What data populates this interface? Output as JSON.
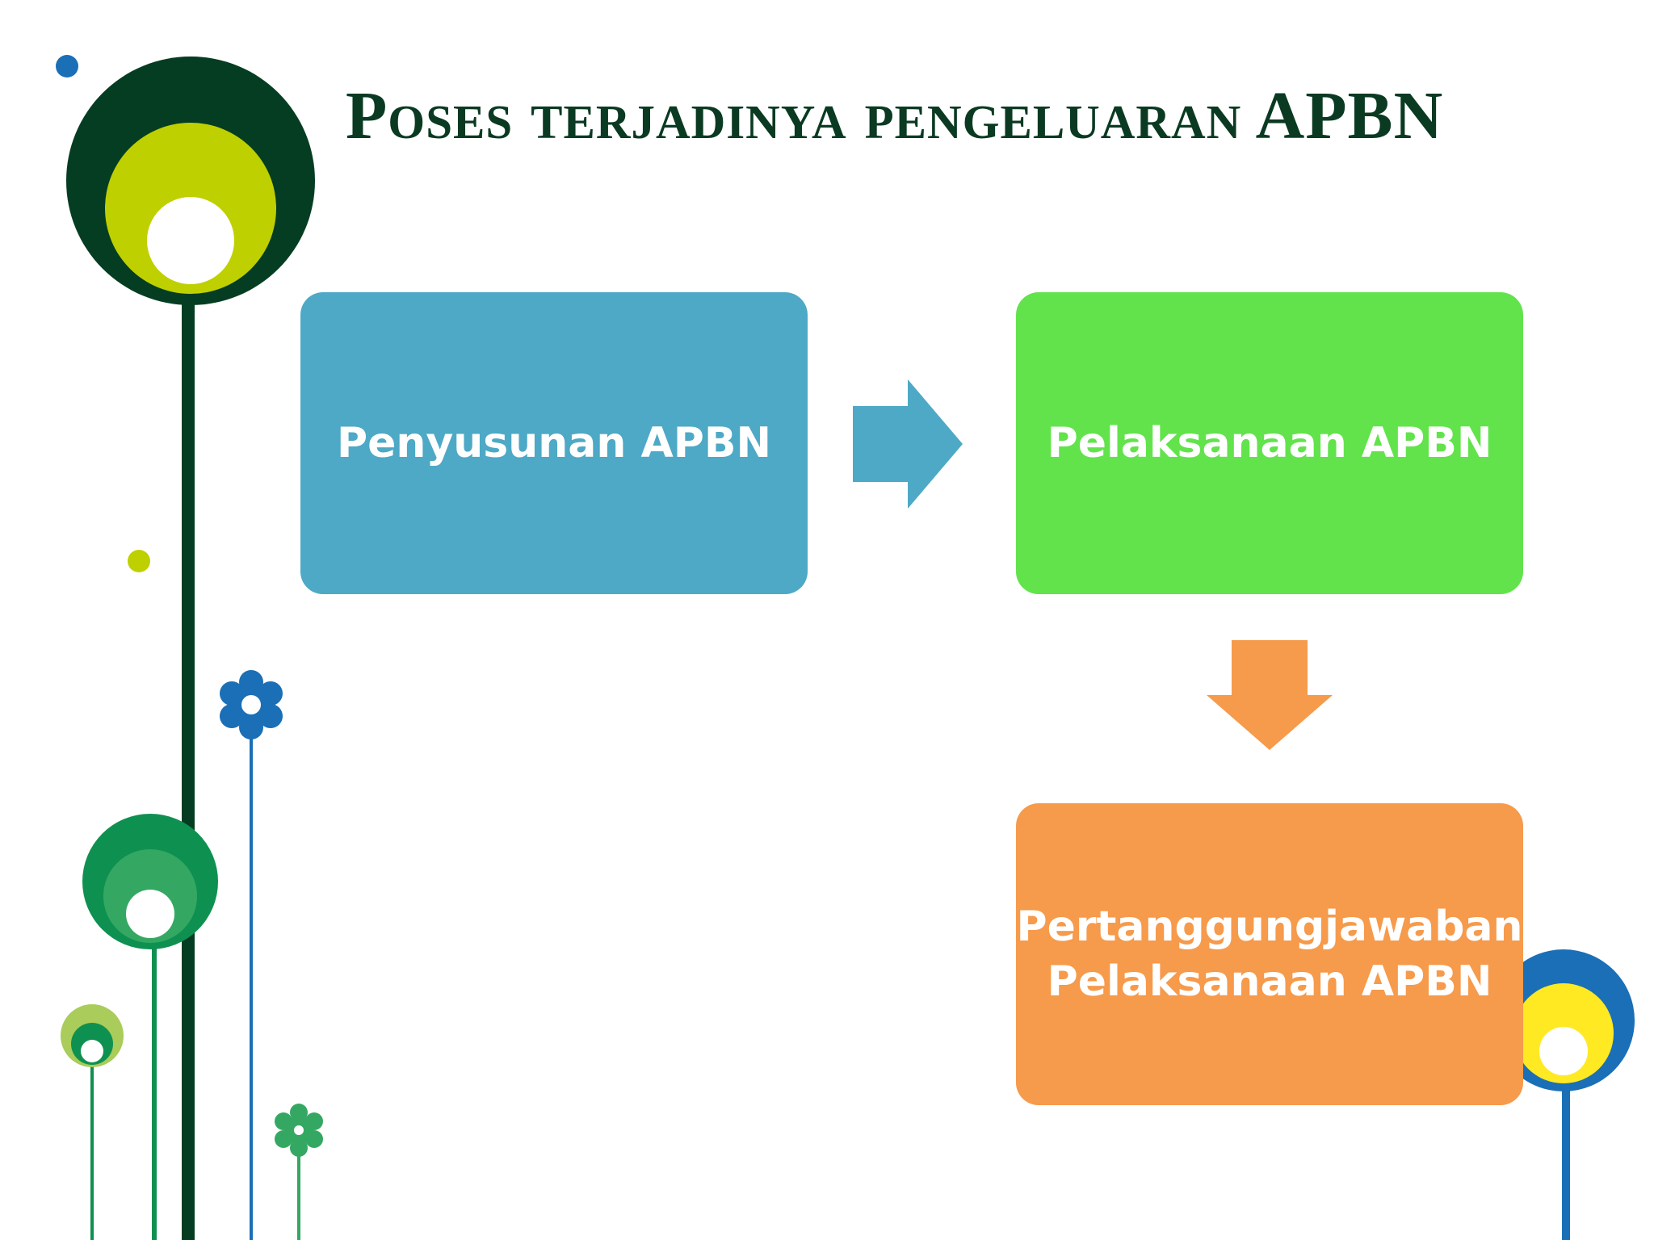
{
  "slide": {
    "title": "Poses terjadinya pengeluaran APBN"
  },
  "steps": [
    {
      "label": "Penyusunan APBN",
      "color": "#4da9c6"
    },
    {
      "label": "Pelaksanaan APBN",
      "color": "#62e34c"
    },
    {
      "label": "Pertanggungjawaban Pelaksanaan APBN",
      "color": "#f69a4b"
    }
  ],
  "connectors": [
    {
      "from": "Penyusunan APBN",
      "to": "Pelaksanaan APBN",
      "direction": "right",
      "color": "#4da9c6"
    },
    {
      "from": "Pelaksanaan APBN",
      "to": "Pertanggungjawaban Pelaksanaan APBN",
      "direction": "down",
      "color": "#f69a4b"
    }
  ],
  "palette": {
    "dark_green": "#053d22",
    "lime": "#bfd000",
    "blue": "#1a6fb7",
    "green": "#0e9150",
    "mid_green": "#34a862",
    "light_green": "#a9cc5a",
    "yellow": "#ffe923"
  }
}
